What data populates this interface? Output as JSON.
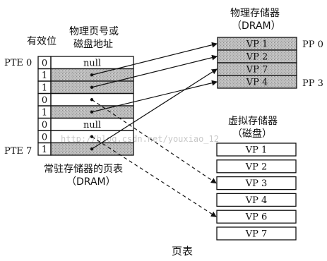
{
  "page_table": {
    "valid_header": "有效位",
    "addr_header_line1": "物理页号或",
    "addr_header_line2": "磁盘地址",
    "caption_line1": "常驻存储器的页表",
    "caption_line2": "（DRAM）",
    "pte_first_label": "PTE 0",
    "pte_last_label": "PTE 7",
    "rows": [
      {
        "valid": "0",
        "addr": "null"
      },
      {
        "valid": "1",
        "addr": ""
      },
      {
        "valid": "1",
        "addr": ""
      },
      {
        "valid": "0",
        "addr": ""
      },
      {
        "valid": "1",
        "addr": ""
      },
      {
        "valid": "0",
        "addr": "null"
      },
      {
        "valid": "0",
        "addr": ""
      },
      {
        "valid": "1",
        "addr": ""
      }
    ]
  },
  "physical_memory": {
    "title_line1": "物理存储器",
    "title_line2": "（DRAM）",
    "pages": [
      "VP 1",
      "VP 2",
      "VP 7",
      "VP 4"
    ],
    "pp0_label": "PP 0",
    "pp3_label": "PP 3"
  },
  "virtual_memory": {
    "title_line1": "虚拟存储器",
    "title_line2": "（磁盘）",
    "pages": [
      "VP 1",
      "VP 2",
      "VP 3",
      "VP 4",
      "VP 6",
      "VP 7"
    ]
  },
  "figure_caption": "页表",
  "watermark": "http://blog.csdn.net/youxiao_12",
  "mappings": {
    "to_physical": [
      [
        1,
        0
      ],
      [
        2,
        1
      ],
      [
        4,
        3
      ],
      [
        7,
        2
      ]
    ],
    "to_virtual": [
      [
        3,
        2
      ],
      [
        6,
        4
      ]
    ]
  },
  "colors": {
    "shade": "#b4b4b4",
    "ink": "#111111",
    "watermark": "#c8c8c8"
  }
}
